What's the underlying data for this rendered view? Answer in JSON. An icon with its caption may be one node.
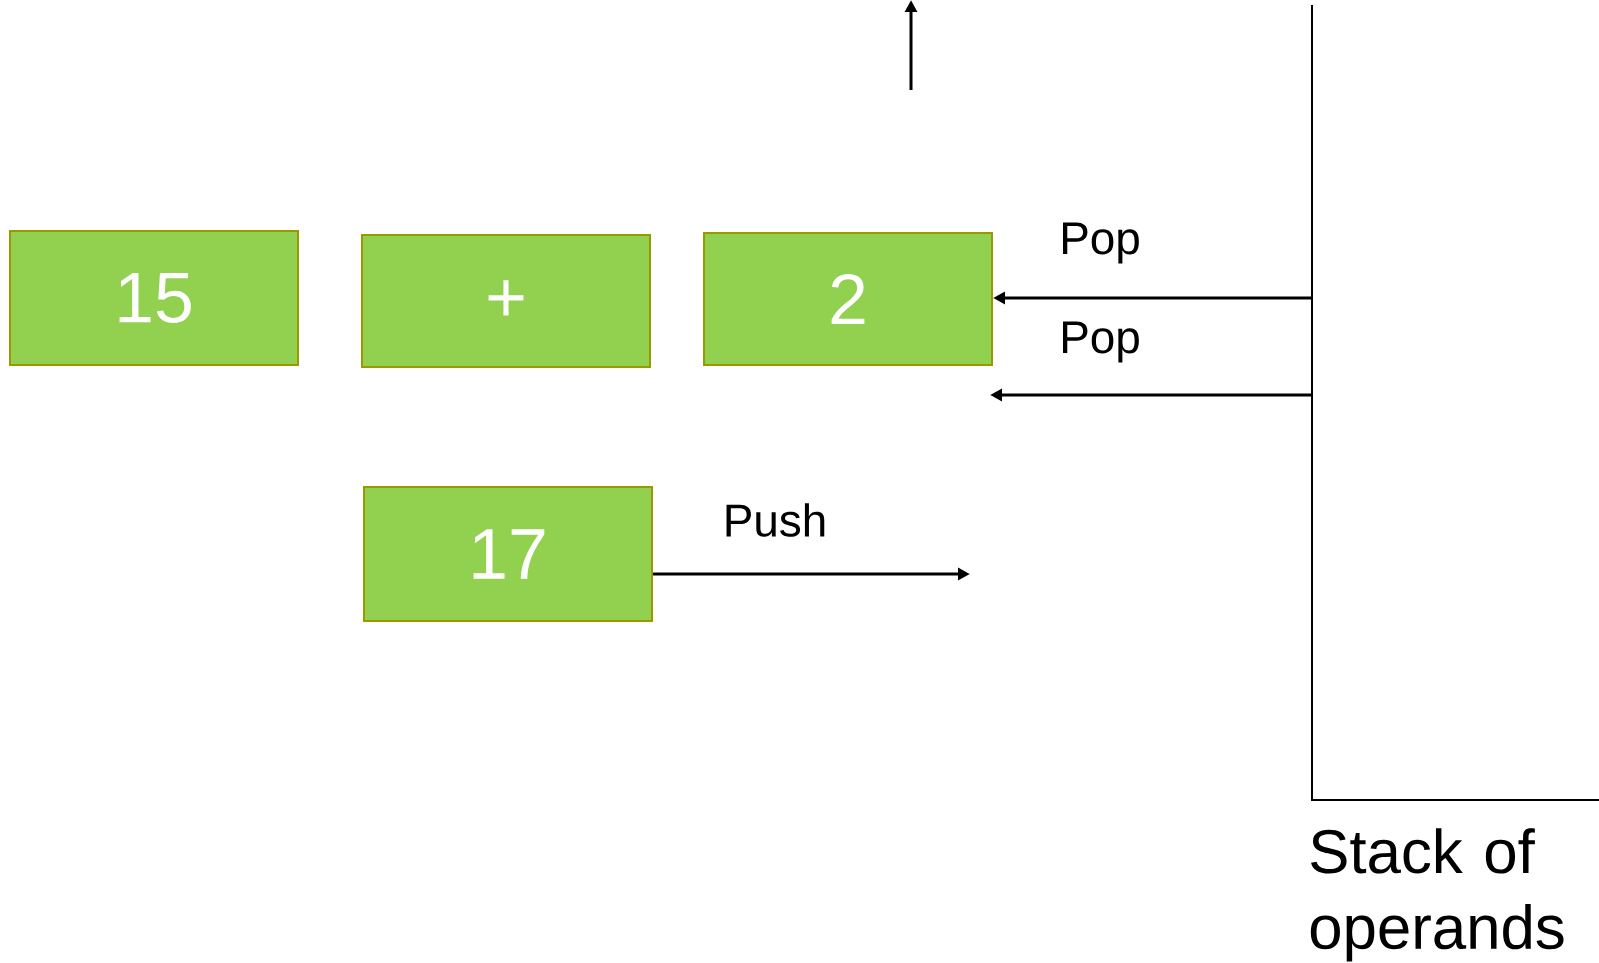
{
  "diagram": {
    "nodes": [
      {
        "text": [
          "15"
        ]
      },
      {
        "text": [
          "+"
        ]
      },
      {
        "text": [
          "2"
        ]
      },
      {
        "text": [
          "17"
        ]
      },
      {
        "text": [
          "Stack of operands"
        ]
      }
    ],
    "edges": [
      {
        "from": 4,
        "to": 2,
        "arrow": "to",
        "label": "Pop"
      },
      {
        "from": 4,
        "to": null,
        "arrow": "to",
        "label": "Pop"
      },
      {
        "from": 3,
        "to": null,
        "arrow": "to",
        "label": "Push"
      }
    ]
  }
}
